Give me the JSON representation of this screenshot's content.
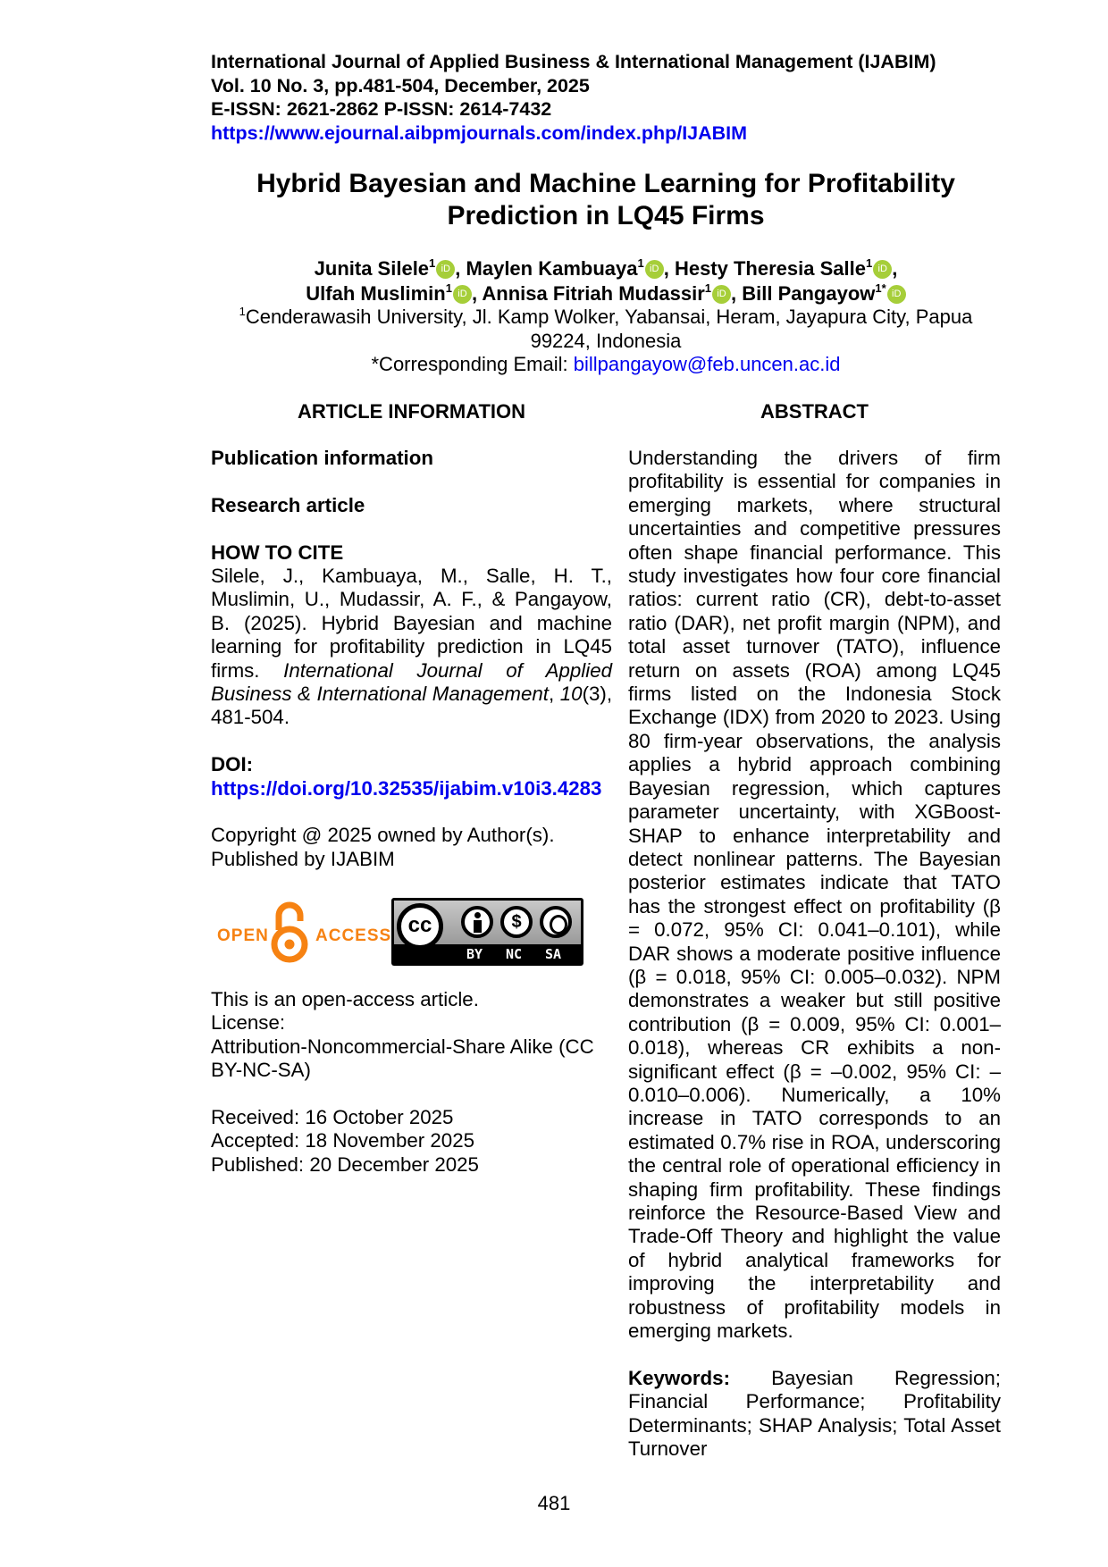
{
  "header": {
    "journal": "International Journal of Applied Business & International Management (IJABIM)",
    "volume": "Vol. 10 No. 3, pp.481-504, December, 2025",
    "issn": "E-ISSN: 2621-2862 P-ISSN: 2614-7432",
    "url": "https://www.ejournal.aibpmjournals.com/index.php/IJABIM"
  },
  "title": {
    "line1": "Hybrid Bayesian and Machine Learning for Profitability",
    "line2": "Prediction in LQ45 Firms"
  },
  "authors": [
    {
      "name": "Junita Silele",
      "sup": "1",
      "sep": ", "
    },
    {
      "name": "Maylen Kambuaya",
      "sup": "1",
      "sep": ", "
    },
    {
      "name": "Hesty Theresia Salle",
      "sup": "1",
      "sep": ","
    },
    {
      "name": "Ulfah Muslimin",
      "sup": "1",
      "sep": ", "
    },
    {
      "name": "Annisa Fitriah Mudassir",
      "sup": "1",
      "sep": ", "
    },
    {
      "name": "Bill Pangayow",
      "sup": "1*",
      "sep": ""
    }
  ],
  "orcid_label": "iD",
  "affiliation": {
    "sup": "1",
    "line1": "Cenderawasih University, Jl. Kamp Wolker, Yabansai, Heram, Jayapura City, Papua",
    "line2": "99224, Indonesia",
    "email_label": "*Corresponding Email: ",
    "email": "billpangayow@feb.uncen.ac.id"
  },
  "article_info": {
    "heading": "ARTICLE INFORMATION",
    "publication_info": "Publication information",
    "type": "Research article",
    "cite_heading": "HOW TO CITE",
    "cite": {
      "part1": "Silele, J., Kambuaya, M., Salle, H. T., Muslimin, U., Mudassir, A. F., & Pangayow, B. (2025). Hybrid Bayesian and machine learning for profitability prediction in LQ45 firms. ",
      "journal": "International Journal of Applied Business & International Management",
      "comma": ", ",
      "volume": "10",
      "rest": "(3), 481-504."
    },
    "doi_label": "DOI:",
    "doi": "https://doi.org/10.32535/ijabim.v10i3.4283",
    "copyright1": "Copyright @ 2025 owned by Author(s).",
    "copyright2": "Published by IJABIM",
    "oa_open": "OPEN",
    "oa_access": "ACCESS",
    "cc_labels": {
      "by": "BY",
      "nc": "NC",
      "sa": "SA",
      "cc": "cc"
    },
    "open_access_note": "This is an open-access article.",
    "license_label": "License:",
    "license": "Attribution-Noncommercial-Share Alike (CC BY-NC-SA)",
    "received": "Received: 16 October 2025",
    "accepted": "Accepted: 18 November 2025",
    "published": "Published: 20 December 2025"
  },
  "abstract": {
    "heading": "ABSTRACT",
    "text": "Understanding the drivers of firm profitability is essential for companies in emerging markets, where structural uncertainties and competitive pressures often shape financial performance. This study investigates how four core financial ratios: current ratio (CR), debt-to-asset ratio (DAR), net profit margin (NPM), and total asset turnover (TATO), influence return on assets (ROA) among LQ45 firms listed on the Indonesia Stock Exchange (IDX) from 2020 to 2023. Using 80 firm-year observations, the analysis applies a hybrid approach combining Bayesian regression, which captures parameter uncertainty, with XGBoost-SHAP to enhance interpretability and detect nonlinear patterns. The Bayesian posterior estimates indicate that TATO has the strongest effect on profitability (β = 0.072, 95% CI: 0.041–0.101), while DAR shows a moderate positive influence (β = 0.018, 95% CI: 0.005–0.032). NPM demonstrates a weaker but still positive contribution (β = 0.009, 95% CI: 0.001–0.018), whereas CR exhibits a non-significant effect (β = –0.002, 95% CI: –0.010–0.006). Numerically, a 10% increase in TATO corresponds to an estimated 0.7% rise in ROA, underscoring the central role of operational efficiency in shaping firm profitability. These findings reinforce the Resource-Based View and Trade-Off Theory and highlight the value of hybrid analytical frameworks for improving the interpretability and robustness of profitability models in emerging markets.",
    "keywords_label": "Keywords:",
    "keywords": " Bayesian Regression; Financial Performance; Profitability Determinants; SHAP Analysis; Total Asset Turnover"
  },
  "page_number": "481",
  "colors": {
    "link": "#0000ee",
    "orcid": "#a6ce39",
    "open_access": "#f68212"
  }
}
